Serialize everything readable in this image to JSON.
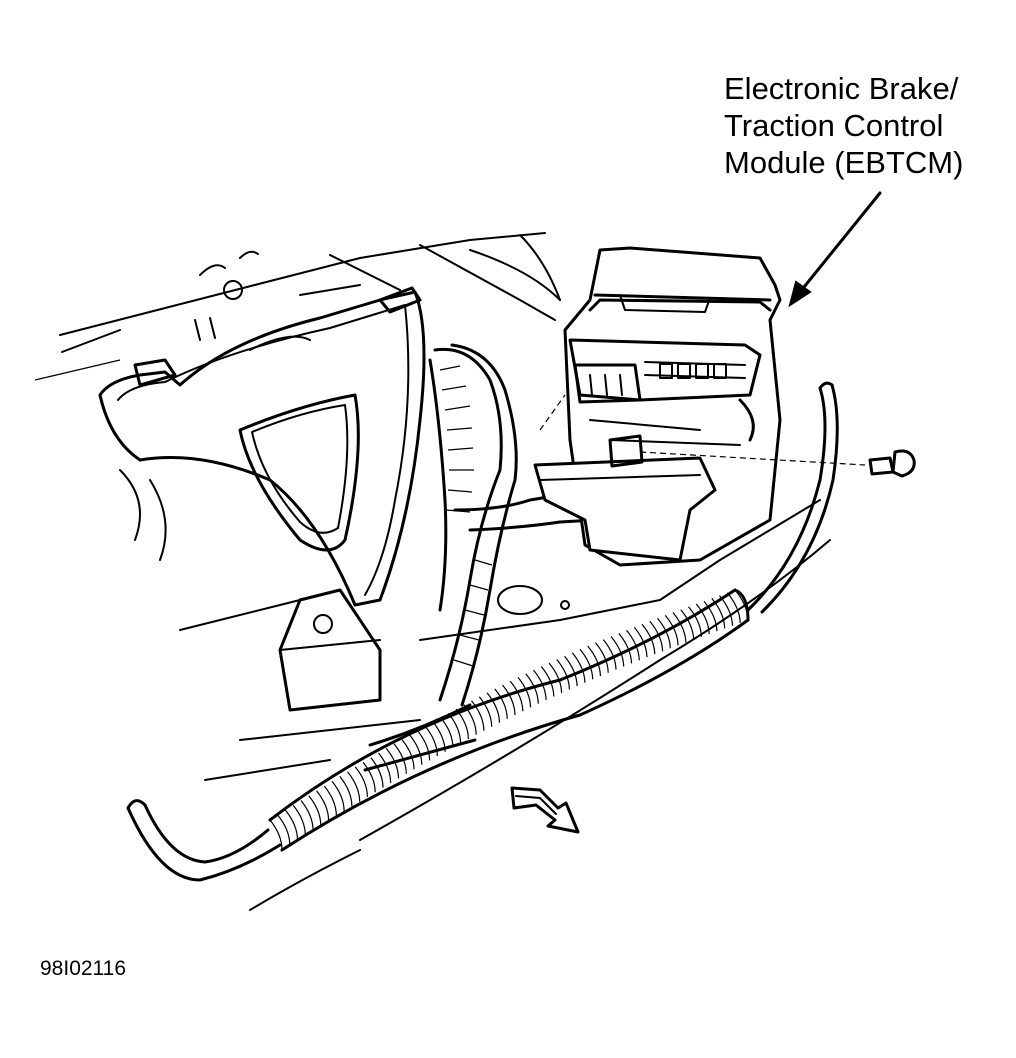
{
  "callout": {
    "lines": [
      "Electronic Brake/",
      "Traction Control",
      "Module (EBTCM)"
    ]
  },
  "figure_id": "98I02116",
  "colors": {
    "ink": "#000000",
    "paper": "#ffffff"
  }
}
